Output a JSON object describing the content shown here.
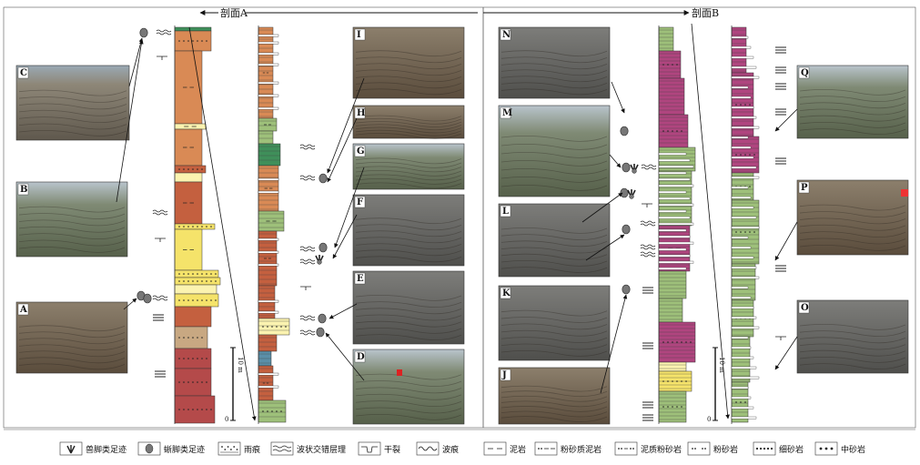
{
  "header": {
    "section_a": "剖面A",
    "section_b": "剖面B"
  },
  "scale": {
    "top_label": "10 m",
    "bottom_label": "0"
  },
  "colors": {
    "mudstone": "#d98a55",
    "silty_mudstone": "#c4603f",
    "muddy_siltstone": "#b44a4a",
    "siltstone": "#a64f8a",
    "fine_sandstone": "#f5e36a",
    "medium_sandstone": "#fbf3b0",
    "green_mudstone": "#9ec07a",
    "dark_green": "#3f8f5a",
    "tan": "#c8a882",
    "blue": "#5b8fa8",
    "magenta": "#b0457f"
  },
  "photos_left": [
    {
      "label": "C"
    },
    {
      "label": "B"
    },
    {
      "label": "A"
    }
  ],
  "photos_middle": [
    {
      "label": "I"
    },
    {
      "label": "H"
    },
    {
      "label": "G"
    },
    {
      "label": "F"
    },
    {
      "label": "E"
    },
    {
      "label": "D"
    }
  ],
  "photos_right_a": [
    {
      "label": "N"
    },
    {
      "label": "M"
    },
    {
      "label": "L"
    },
    {
      "label": "K"
    },
    {
      "label": "J"
    }
  ],
  "photos_right_b": [
    {
      "label": "Q"
    },
    {
      "label": "P"
    },
    {
      "label": "O"
    }
  ],
  "legend": [
    {
      "key": "theropod",
      "label": "兽脚类足迹",
      "icon": "theropod-footprint-icon"
    },
    {
      "key": "sauropod",
      "label": "蜥脚类足迹",
      "icon": "sauropod-footprint-icon"
    },
    {
      "key": "raindrop",
      "label": "雨痕",
      "icon": "raindrop-icon"
    },
    {
      "key": "wavy",
      "label": "波状交错层理",
      "icon": "wavy-bedding-icon"
    },
    {
      "key": "crack",
      "label": "干裂",
      "icon": "mudcrack-icon"
    },
    {
      "key": "ripple",
      "label": "波痕",
      "icon": "ripple-icon"
    },
    {
      "key": "mud",
      "label": "泥岩",
      "icon": "mudstone-icon"
    },
    {
      "key": "siltymud",
      "label": "粉砂质泥岩",
      "icon": "silty-mudstone-icon"
    },
    {
      "key": "muddysilt",
      "label": "泥质粉砂岩",
      "icon": "muddy-siltstone-icon"
    },
    {
      "key": "silt",
      "label": "粉砂岩",
      "icon": "siltstone-icon"
    },
    {
      "key": "fine",
      "label": "细砂岩",
      "icon": "fine-sandstone-icon"
    },
    {
      "key": "medium",
      "label": "中砂岩",
      "icon": "medium-sandstone-icon"
    }
  ]
}
